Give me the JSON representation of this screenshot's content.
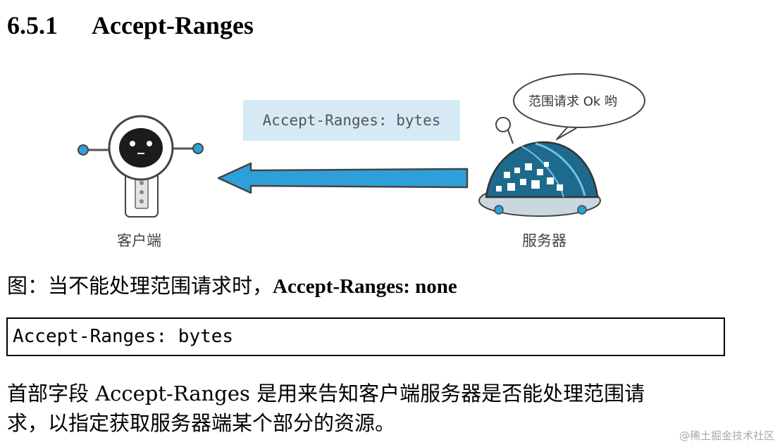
{
  "section": {
    "number": "6.5.1",
    "title": "Accept-Ranges"
  },
  "figure": {
    "header_text": "Accept-Ranges: bytes",
    "speech_bubble": "范围请求 Ok 哟",
    "client_label": "客户端",
    "server_label": "服务器",
    "colors": {
      "arrow": "#2f9fd9",
      "header_bg": "#d6eaf6",
      "server_shell": "#1d6a8c"
    }
  },
  "caption": {
    "prefix": "图：当不能处理范围请求时，",
    "bold": "Accept-Ranges: none"
  },
  "code_block": "Accept-Ranges: bytes",
  "paragraph": {
    "line1": "首部字段 Accept-Ranges 是用来告知客户端服务器是否能处理范围请",
    "line2": "求，以指定获取服务器端某个部分的资源。"
  },
  "watermark": "@稀土掘金技术社区"
}
